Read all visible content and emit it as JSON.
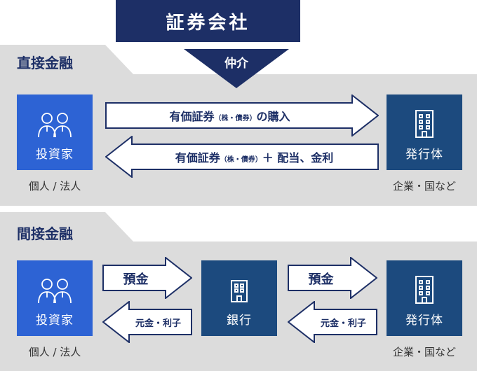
{
  "header": {
    "title": "証券会社",
    "subtitle": "仲介"
  },
  "direct": {
    "title": "直接金融",
    "investor": {
      "label": "投資家",
      "caption": "個人 / 法人"
    },
    "issuer": {
      "label": "発行体",
      "caption": "企業・国など"
    },
    "arrow_right": {
      "main": "有価証券",
      "small": "（株・債券）",
      "tail": "の購入"
    },
    "arrow_left": {
      "main": "有価証券",
      "small": "（株・債券）",
      "tail": "＋ 配当、金利"
    }
  },
  "indirect": {
    "title": "間接金融",
    "investor": {
      "label": "投資家",
      "caption": "個人 / 法人"
    },
    "bank": {
      "label": "銀行"
    },
    "issuer": {
      "label": "発行体",
      "caption": "企業・国など"
    },
    "deposit_label": "預金",
    "return_label": "元金・利子"
  },
  "colors": {
    "navy": "#1d2f66",
    "blue": "#2d63d4",
    "dark_blue": "#1c4a7e",
    "section_gray": "#dcdcdc"
  },
  "icons": [
    "people-icon",
    "building-icon"
  ]
}
